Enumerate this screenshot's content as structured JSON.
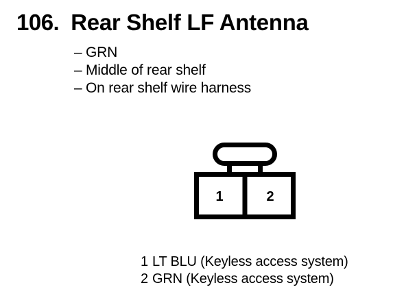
{
  "page": {
    "background_color": "#ffffff",
    "ink_color": "#000000"
  },
  "heading": {
    "number": "106.",
    "title": "Rear Shelf LF Antenna"
  },
  "bullets": {
    "dash": "–",
    "items": [
      {
        "text": "GRN"
      },
      {
        "text": "Middle of rear shelf"
      },
      {
        "text": "On rear shelf wire harness"
      }
    ]
  },
  "connector": {
    "name": "2-way connector",
    "latch_shape": "rounded-tab",
    "cavity_count": 2,
    "cavities": [
      {
        "number": "1"
      },
      {
        "number": "2"
      }
    ]
  },
  "legend": {
    "rows": [
      {
        "pin": "1",
        "description": "LT BLU (Keyless access system)"
      },
      {
        "pin": "2",
        "description": "GRN (Keyless access system)"
      }
    ]
  }
}
